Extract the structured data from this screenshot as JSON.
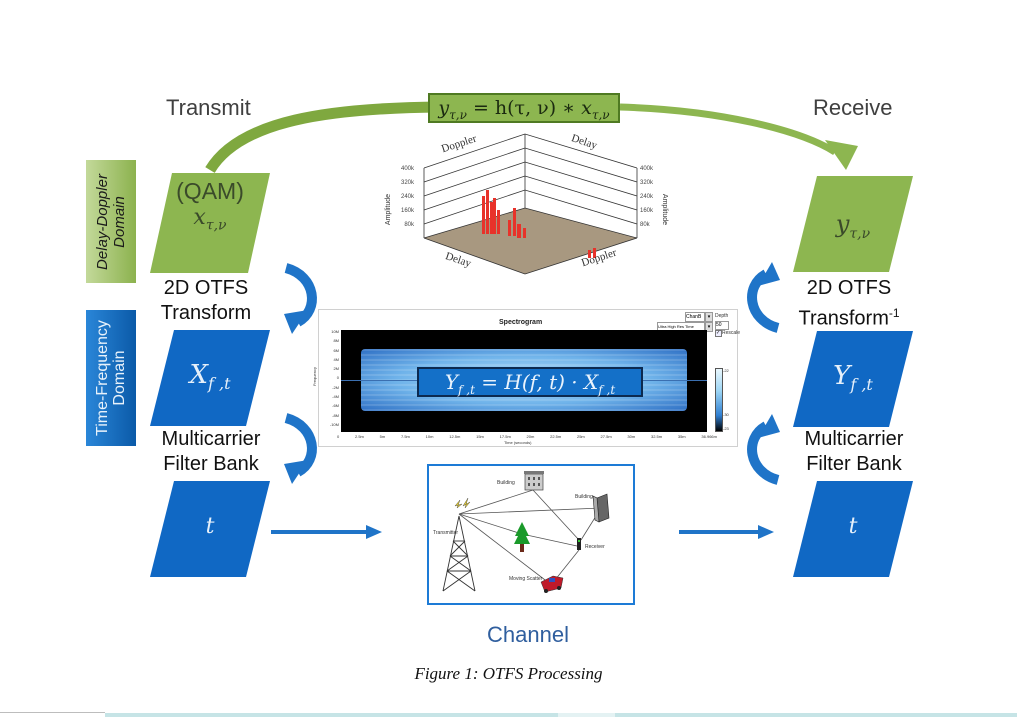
{
  "figure": {
    "caption": "Figure 1: OTFS Processing",
    "colors": {
      "green": "#8db650",
      "green_dark": "#5f8a2e",
      "blue": "#1068c4",
      "blue_dark": "#0a4f9a",
      "arrow_blue": "#1f74c8",
      "channel_blue": "#1d7bd6",
      "channel_text": "#2f5e9e"
    }
  },
  "header": {
    "transmit": "Transmit",
    "receive": "Receive",
    "channel_equation": "yτ,ν = h(τ,ν) * xτ,ν",
    "channel_equation_parts": {
      "lhs": "y",
      "lhs_sub": "τ,ν",
      "mid": " = h(τ, ν) ∗ ",
      "rhs": "x",
      "rhs_sub": "τ,ν"
    }
  },
  "domains": {
    "delay_doppler": {
      "line1": "Delay-Doppler",
      "line2": "Domain"
    },
    "time_frequency": {
      "line1": "Time-Frequency",
      "line2": "Domain"
    }
  },
  "transmit_side": {
    "dd_block": {
      "label": "(QAM)",
      "symbol": "x",
      "sub": "τ,ν"
    },
    "step1": {
      "line1": "2D OTFS",
      "line2": "Transform"
    },
    "tf_block": {
      "symbol": "X",
      "sub": "f ,t"
    },
    "step2": {
      "line1": "Multicarrier",
      "line2": "Filter Bank"
    },
    "time_block": {
      "symbol": "t"
    }
  },
  "receive_side": {
    "dd_block": {
      "symbol": "y",
      "sub": "τ,ν"
    },
    "step1": {
      "line1": "2D OTFS",
      "line2": "Transform",
      "sup": "-1"
    },
    "tf_block": {
      "symbol": "Y",
      "sub": "f ,t"
    },
    "step2": {
      "line1": "Multicarrier",
      "line2": "Filter Bank"
    },
    "time_block": {
      "symbol": "t"
    }
  },
  "doppler_plot": {
    "axis_top_left": "Doppler",
    "axis_top_right": "Delay",
    "axis_bottom_left": "Delay",
    "axis_bottom_right": "Doppler",
    "left_axis_title": "Amplitude",
    "right_axis_title": "Amplitude",
    "ticks": [
      "80k",
      "160k",
      "240k",
      "320k",
      "400k"
    ]
  },
  "spectrogram": {
    "title": "Spectrogram",
    "channel_select": "ChanB",
    "mode_select": "Ultra High Res Time",
    "depth_label": "Depth",
    "depth_value": "50",
    "rescale_label": "Rescale",
    "rescale_checked": true,
    "y_axis_title": "Frequency",
    "y_ticks": [
      "10M",
      "8M",
      "6M",
      "4M",
      "2M",
      "0",
      "-2M",
      "-4M",
      "-6M",
      "-8M",
      "-10M"
    ],
    "x_axis_title": "Time (seconds)",
    "x_ticks": [
      "0",
      "2.5m",
      "5m",
      "7.5m",
      "10m",
      "12.5m",
      "15m",
      "17.5m",
      "20m",
      "22.5m",
      "25m",
      "27.5m",
      "30m",
      "32.5m",
      "35m",
      "36.966m"
    ],
    "colorbar_ticks": [
      "-22",
      "-30",
      "-23"
    ],
    "equation": {
      "lhs": "Y",
      "lhs_sub": "f ,t",
      "mid": " = H(f, t) · ",
      "rhs": "X",
      "rhs_sub": "f ,t"
    }
  },
  "channel_scene": {
    "title": "Channel",
    "labels": {
      "building1": "Building",
      "building2": "Building",
      "transmitter": "Transmitter",
      "receiver": "Receiver",
      "scatterer": "Moving Scatter"
    }
  }
}
